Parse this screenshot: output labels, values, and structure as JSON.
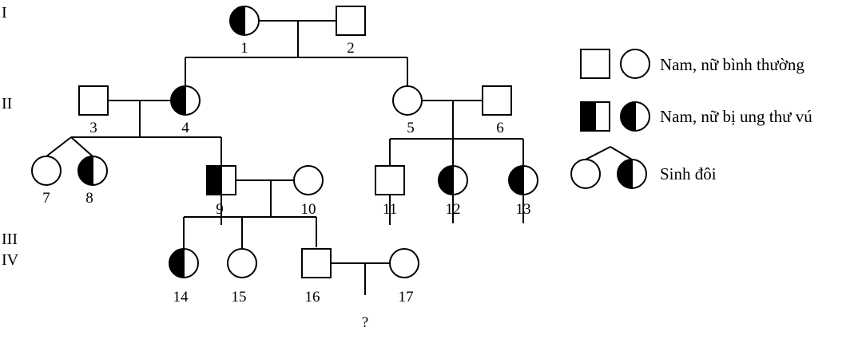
{
  "generations": [
    "I",
    "II",
    "III",
    "IV"
  ],
  "individuals": [
    {
      "id": "1",
      "sex": "female",
      "affected": true
    },
    {
      "id": "2",
      "sex": "male",
      "affected": false
    },
    {
      "id": "3",
      "sex": "male",
      "affected": false
    },
    {
      "id": "4",
      "sex": "female",
      "affected": true
    },
    {
      "id": "5",
      "sex": "female",
      "affected": false
    },
    {
      "id": "6",
      "sex": "male",
      "affected": false
    },
    {
      "id": "7",
      "sex": "female",
      "affected": false
    },
    {
      "id": "8",
      "sex": "female",
      "affected": true
    },
    {
      "id": "9",
      "sex": "male",
      "affected": true
    },
    {
      "id": "10",
      "sex": "female",
      "affected": false
    },
    {
      "id": "11",
      "sex": "male",
      "affected": false
    },
    {
      "id": "12",
      "sex": "female",
      "affected": true
    },
    {
      "id": "13",
      "sex": "female",
      "affected": true
    },
    {
      "id": "14",
      "sex": "female",
      "affected": true
    },
    {
      "id": "15",
      "sex": "female",
      "affected": false
    },
    {
      "id": "16",
      "sex": "male",
      "affected": false
    },
    {
      "id": "17",
      "sex": "female",
      "affected": false
    }
  ],
  "unknown_child_label": "?",
  "legend": {
    "normal": "Nam, nữ bình thường",
    "affected": "Nam, nữ bị ung thư vú",
    "twins": "Sinh đôi"
  }
}
